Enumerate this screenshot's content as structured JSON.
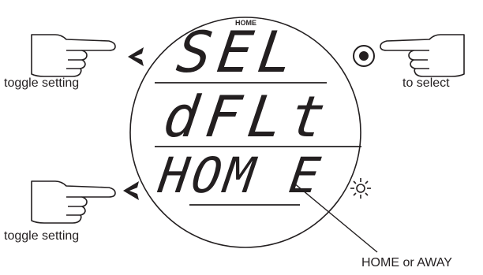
{
  "watch": {
    "mode_label": "HOME",
    "line1": "SEL",
    "line2": "dFLt",
    "line3": "HOM E"
  },
  "labels": {
    "left_top": "toggle setting",
    "left_bottom": "toggle setting",
    "right_top": "to select",
    "callout": "HOME or AWAY"
  },
  "icons": [
    "pointing-hand-icon",
    "left-arrow-icon",
    "select-button-icon",
    "sun-backlight-icon"
  ],
  "colors": {
    "ink": "#231f20",
    "background": "#ffffff"
  }
}
